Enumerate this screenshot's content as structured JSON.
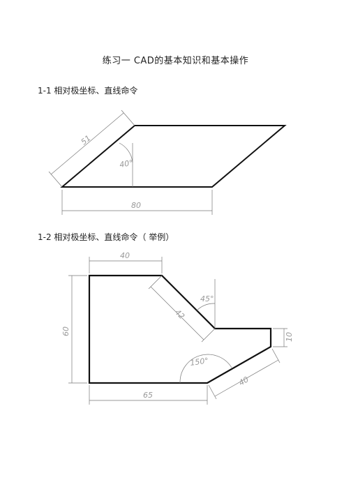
{
  "page_title": "练习一  CAD的基本知识和基本操作",
  "section1": {
    "heading": "1-1 相对极坐标、直线命令",
    "dims": {
      "diag": "51",
      "angle": "40°",
      "bottom": "80"
    }
  },
  "section2": {
    "heading": "1-2  相对极坐标、直线命令（    举例）",
    "dims": {
      "top": "40",
      "slant": "42",
      "angle45": "45°",
      "left": "60",
      "right": "10",
      "angle150": "150°",
      "lower_slant": "40",
      "bottom": "65"
    }
  }
}
